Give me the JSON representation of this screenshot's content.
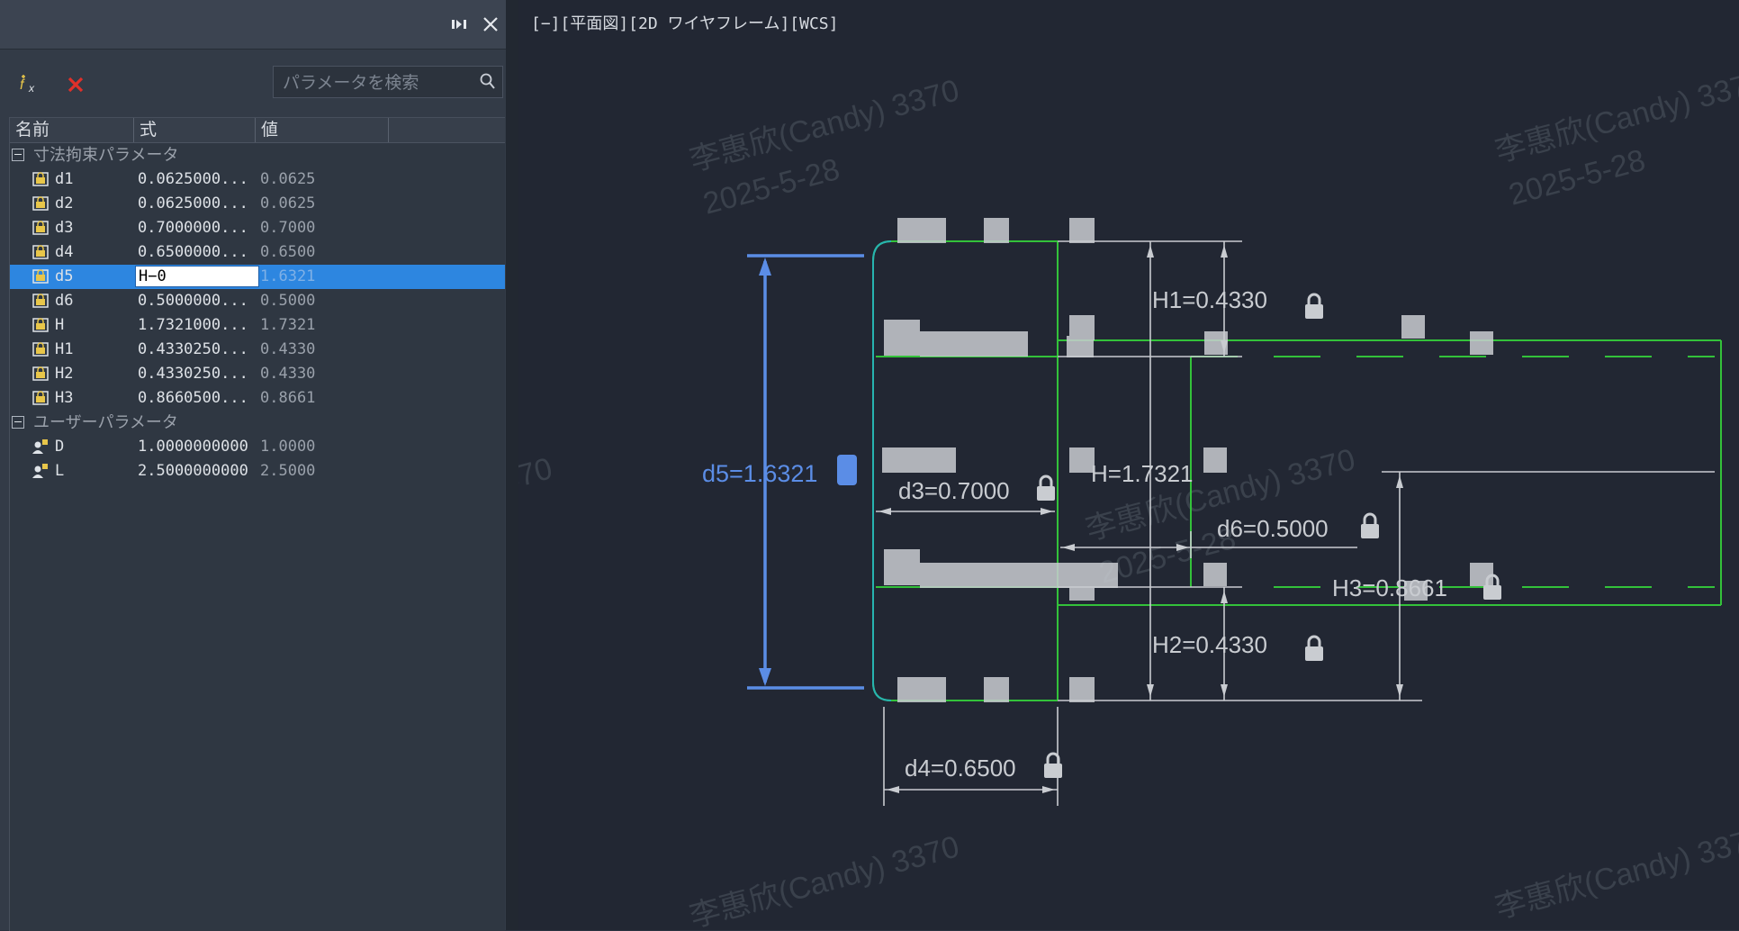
{
  "palette": {
    "pin_icon": "pin-icon",
    "close_icon": "close-icon",
    "tools": [
      "new-parameter-fx-icon",
      "delete-icon"
    ],
    "search": {
      "placeholder": "パラメータを検索"
    },
    "columns": {
      "name": "名前",
      "expression": "式",
      "value": "値"
    },
    "groups": [
      {
        "label": "寸法拘束パラメータ",
        "params": [
          {
            "name": "d1",
            "expr": "0.0625000...",
            "value": "0.0625"
          },
          {
            "name": "d2",
            "expr": "0.0625000...",
            "value": "0.0625"
          },
          {
            "name": "d3",
            "expr": "0.7000000...",
            "value": "0.7000"
          },
          {
            "name": "d4",
            "expr": "0.6500000...",
            "value": "0.6500"
          },
          {
            "name": "d5",
            "expr": "H−0",
            "value": "1.6321",
            "selected": true,
            "editing": true
          },
          {
            "name": "d6",
            "expr": "0.5000000...",
            "value": "0.5000"
          },
          {
            "name": "H",
            "expr": "1.7321000...",
            "value": "1.7321"
          },
          {
            "name": "H1",
            "expr": "0.4330250...",
            "value": "0.4330"
          },
          {
            "name": "H2",
            "expr": "0.4330250...",
            "value": "0.4330"
          },
          {
            "name": "H3",
            "expr": "0.8660500...",
            "value": "0.8661"
          }
        ]
      },
      {
        "label": "ユーザーパラメータ",
        "params": [
          {
            "name": "D",
            "expr": "1.0000000000",
            "value": "1.0000"
          },
          {
            "name": "L",
            "expr": "2.5000000000",
            "value": "2.5000"
          }
        ]
      }
    ]
  },
  "viewport": {
    "controls": "[−][平面図][2D ワイヤフレーム][WCS]"
  },
  "dimensions": {
    "d5": "d5=1.6321",
    "d3": "d3=0.7000",
    "d4": "d4=0.6500",
    "d6": "d6=0.5000",
    "H": "H=1.7321",
    "H1": "H1=0.4330",
    "H2": "H2=0.4330",
    "H3": "H3=0.8661"
  },
  "watermark": {
    "name": "李惠欣(Candy) 3370",
    "date": "2025-5-28"
  },
  "colors": {
    "selection": "#2d86e0",
    "geometry": "#33c23a",
    "selected_dimension": "#5b8de6",
    "dimension": "#c9ccd1"
  }
}
